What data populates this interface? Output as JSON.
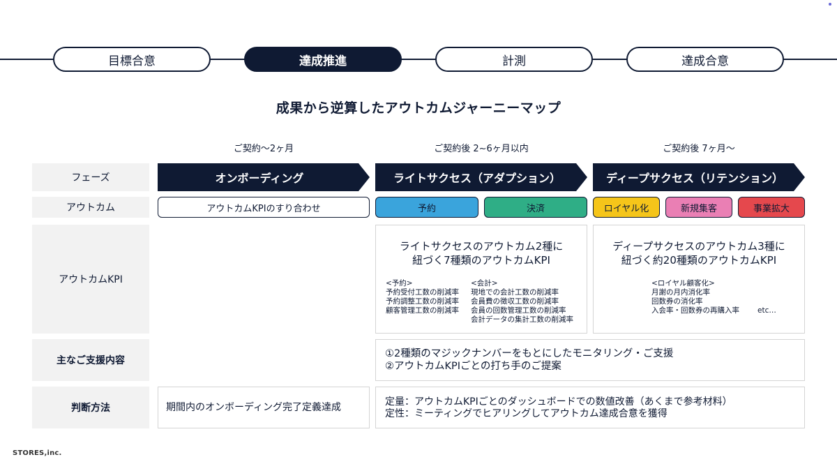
{
  "stepper": {
    "steps": [
      {
        "label": "目標合意",
        "active": false
      },
      {
        "label": "達成推進",
        "active": true
      },
      {
        "label": "計測",
        "active": false
      },
      {
        "label": "達成合意",
        "active": false
      }
    ]
  },
  "title": "成果から逆算したアウトカムジャーニーマップ",
  "periods": [
    "ご契約〜2ヶ月",
    "ご契約後 2~6ヶ月以内",
    "ご契約後 7ヶ月〜"
  ],
  "row_labels": {
    "phase": "フェーズ",
    "outcome": "アウトカム",
    "kpi": "アウトカムKPI",
    "support": "主なご支援内容",
    "judgement": "判断方法"
  },
  "phases": [
    "オンボーディング",
    "ライトサクセス（アダプション）",
    "ディープサクセス（リテンション）"
  ],
  "outcomes": {
    "onboarding": "アウトカムKPIのすり合わせ",
    "light": [
      {
        "label": "予約",
        "color": "#3aa4dc"
      },
      {
        "label": "決済",
        "color": "#2fae86"
      }
    ],
    "deep": [
      {
        "label": "ロイヤル化",
        "color": "#f5c51a"
      },
      {
        "label": "新規集客",
        "color": "#ea7fb4"
      },
      {
        "label": "事業拡大",
        "color": "#e5484d"
      }
    ]
  },
  "kpi": {
    "light": {
      "heading_line1": "ライトサクセスのアウトカム2種に",
      "heading_line2": "紐づく7種類のアウトカムKPI",
      "groups": [
        {
          "title": "<予約>",
          "items": [
            "予約受付工数の削減率",
            "予約調整工数の削減率",
            "顧客管理工数の削減率"
          ]
        },
        {
          "title": "<会計>",
          "items": [
            "現地での会計工数の削減率",
            "会員費の徴収工数の削減率",
            "会員の回数管理工数の削減率",
            "会計データの集計工数の削減率"
          ]
        }
      ]
    },
    "deep": {
      "heading_line1": "ディープサクセスのアウトカム3種に",
      "heading_line2": "紐づく約20種類のアウトカムKPI",
      "group": {
        "title": "<ロイヤル顧客化>",
        "items": [
          "月謝の月内消化率",
          "回数券の消化率",
          "入会率・回数券の再購入率"
        ]
      },
      "etc": "etc…"
    }
  },
  "support": {
    "line1": "①2種類のマジックナンバーをもとにしたモニタリング・ご支援",
    "line2": "②アウトカムKPIごとの打ち手のご提案"
  },
  "judgement": {
    "onboarding": "期間内のオンボーディング完了定義達成",
    "line1": "定量：アウトカムKPIごとのダッシュボードでの数値改善（あくまで参考材料）",
    "line2": "定性：ミーティングでヒアリングしてアウトカム達成合意を獲得"
  },
  "footer": "STORES,inc.",
  "colors": {
    "navy": "#0f1a33",
    "label_bg": "#f2f2f2",
    "border": "#d4d4d4"
  }
}
